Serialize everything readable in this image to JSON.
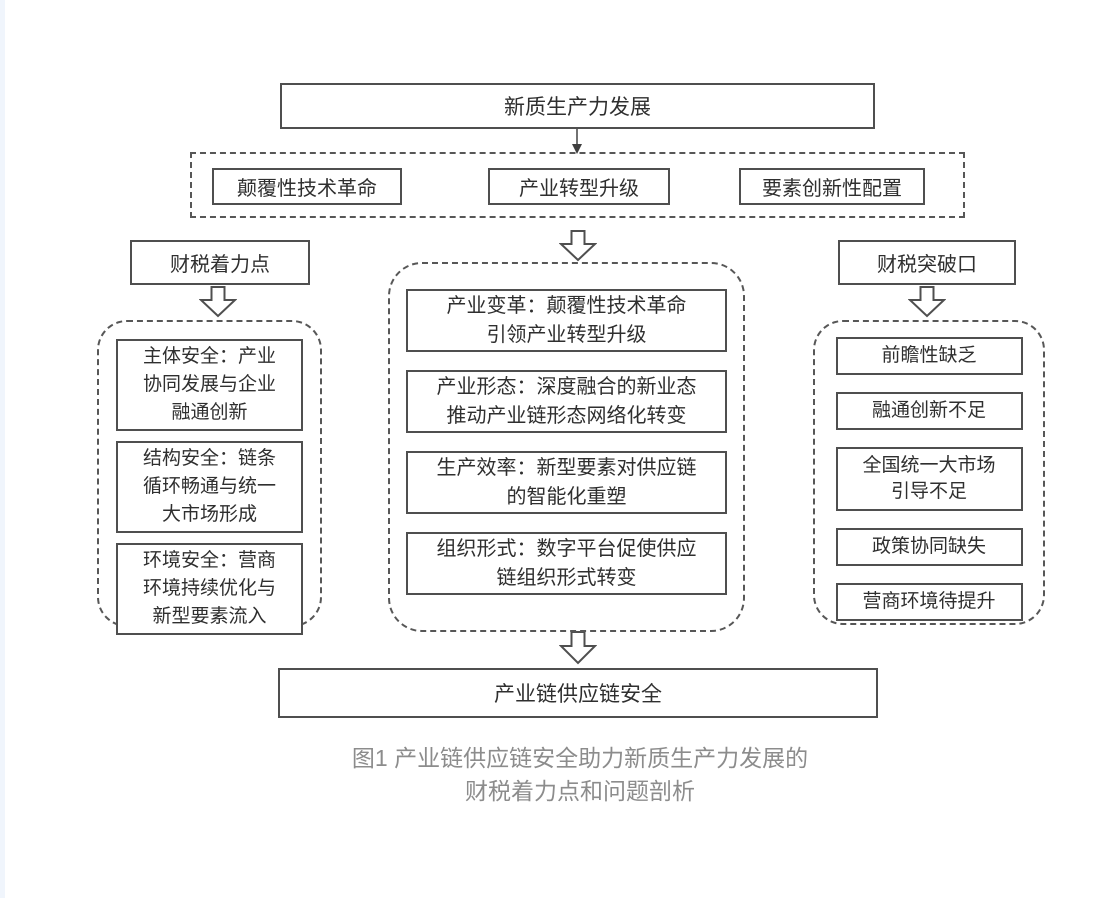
{
  "diagram": {
    "top_node": "新质生产力发展",
    "drivers": {
      "items": [
        {
          "label": "颠覆性技术革命"
        },
        {
          "label": "产业转型升级"
        },
        {
          "label": "要素创新性配置"
        }
      ]
    },
    "left": {
      "header": "财税着力点",
      "items": [
        {
          "label": "主体安全：产业\n协同发展与企业\n融通创新"
        },
        {
          "label": "结构安全：链条\n循环畅通与统一\n大市场形成"
        },
        {
          "label": "环境安全：营商\n环境持续优化与\n新型要素流入"
        }
      ]
    },
    "middle": {
      "items": [
        {
          "label": "产业变革：颠覆性技术革命\n引领产业转型升级"
        },
        {
          "label": "产业形态：深度融合的新业态\n推动产业链形态网络化转变"
        },
        {
          "label": "生产效率：新型要素对供应链\n的智能化重塑"
        },
        {
          "label": "组织形式：数字平台促使供应\n链组织形式转变"
        }
      ]
    },
    "right": {
      "header": "财税突破口",
      "items": [
        {
          "label": "前瞻性缺乏"
        },
        {
          "label": "融通创新不足"
        },
        {
          "label": "全国统一大市场\n引导不足"
        },
        {
          "label": "政策协同缺失"
        },
        {
          "label": "营商环境待提升"
        }
      ]
    },
    "bottom_node": "产业链供应链安全",
    "caption": "图1 产业链供应链安全助力新质生产力发展的\n财税着力点和问题剖析"
  },
  "colors": {
    "line": "#4f4f4f",
    "text": "#2f2f2f",
    "caption": "#8c8c8c",
    "background": "#ffffff"
  }
}
